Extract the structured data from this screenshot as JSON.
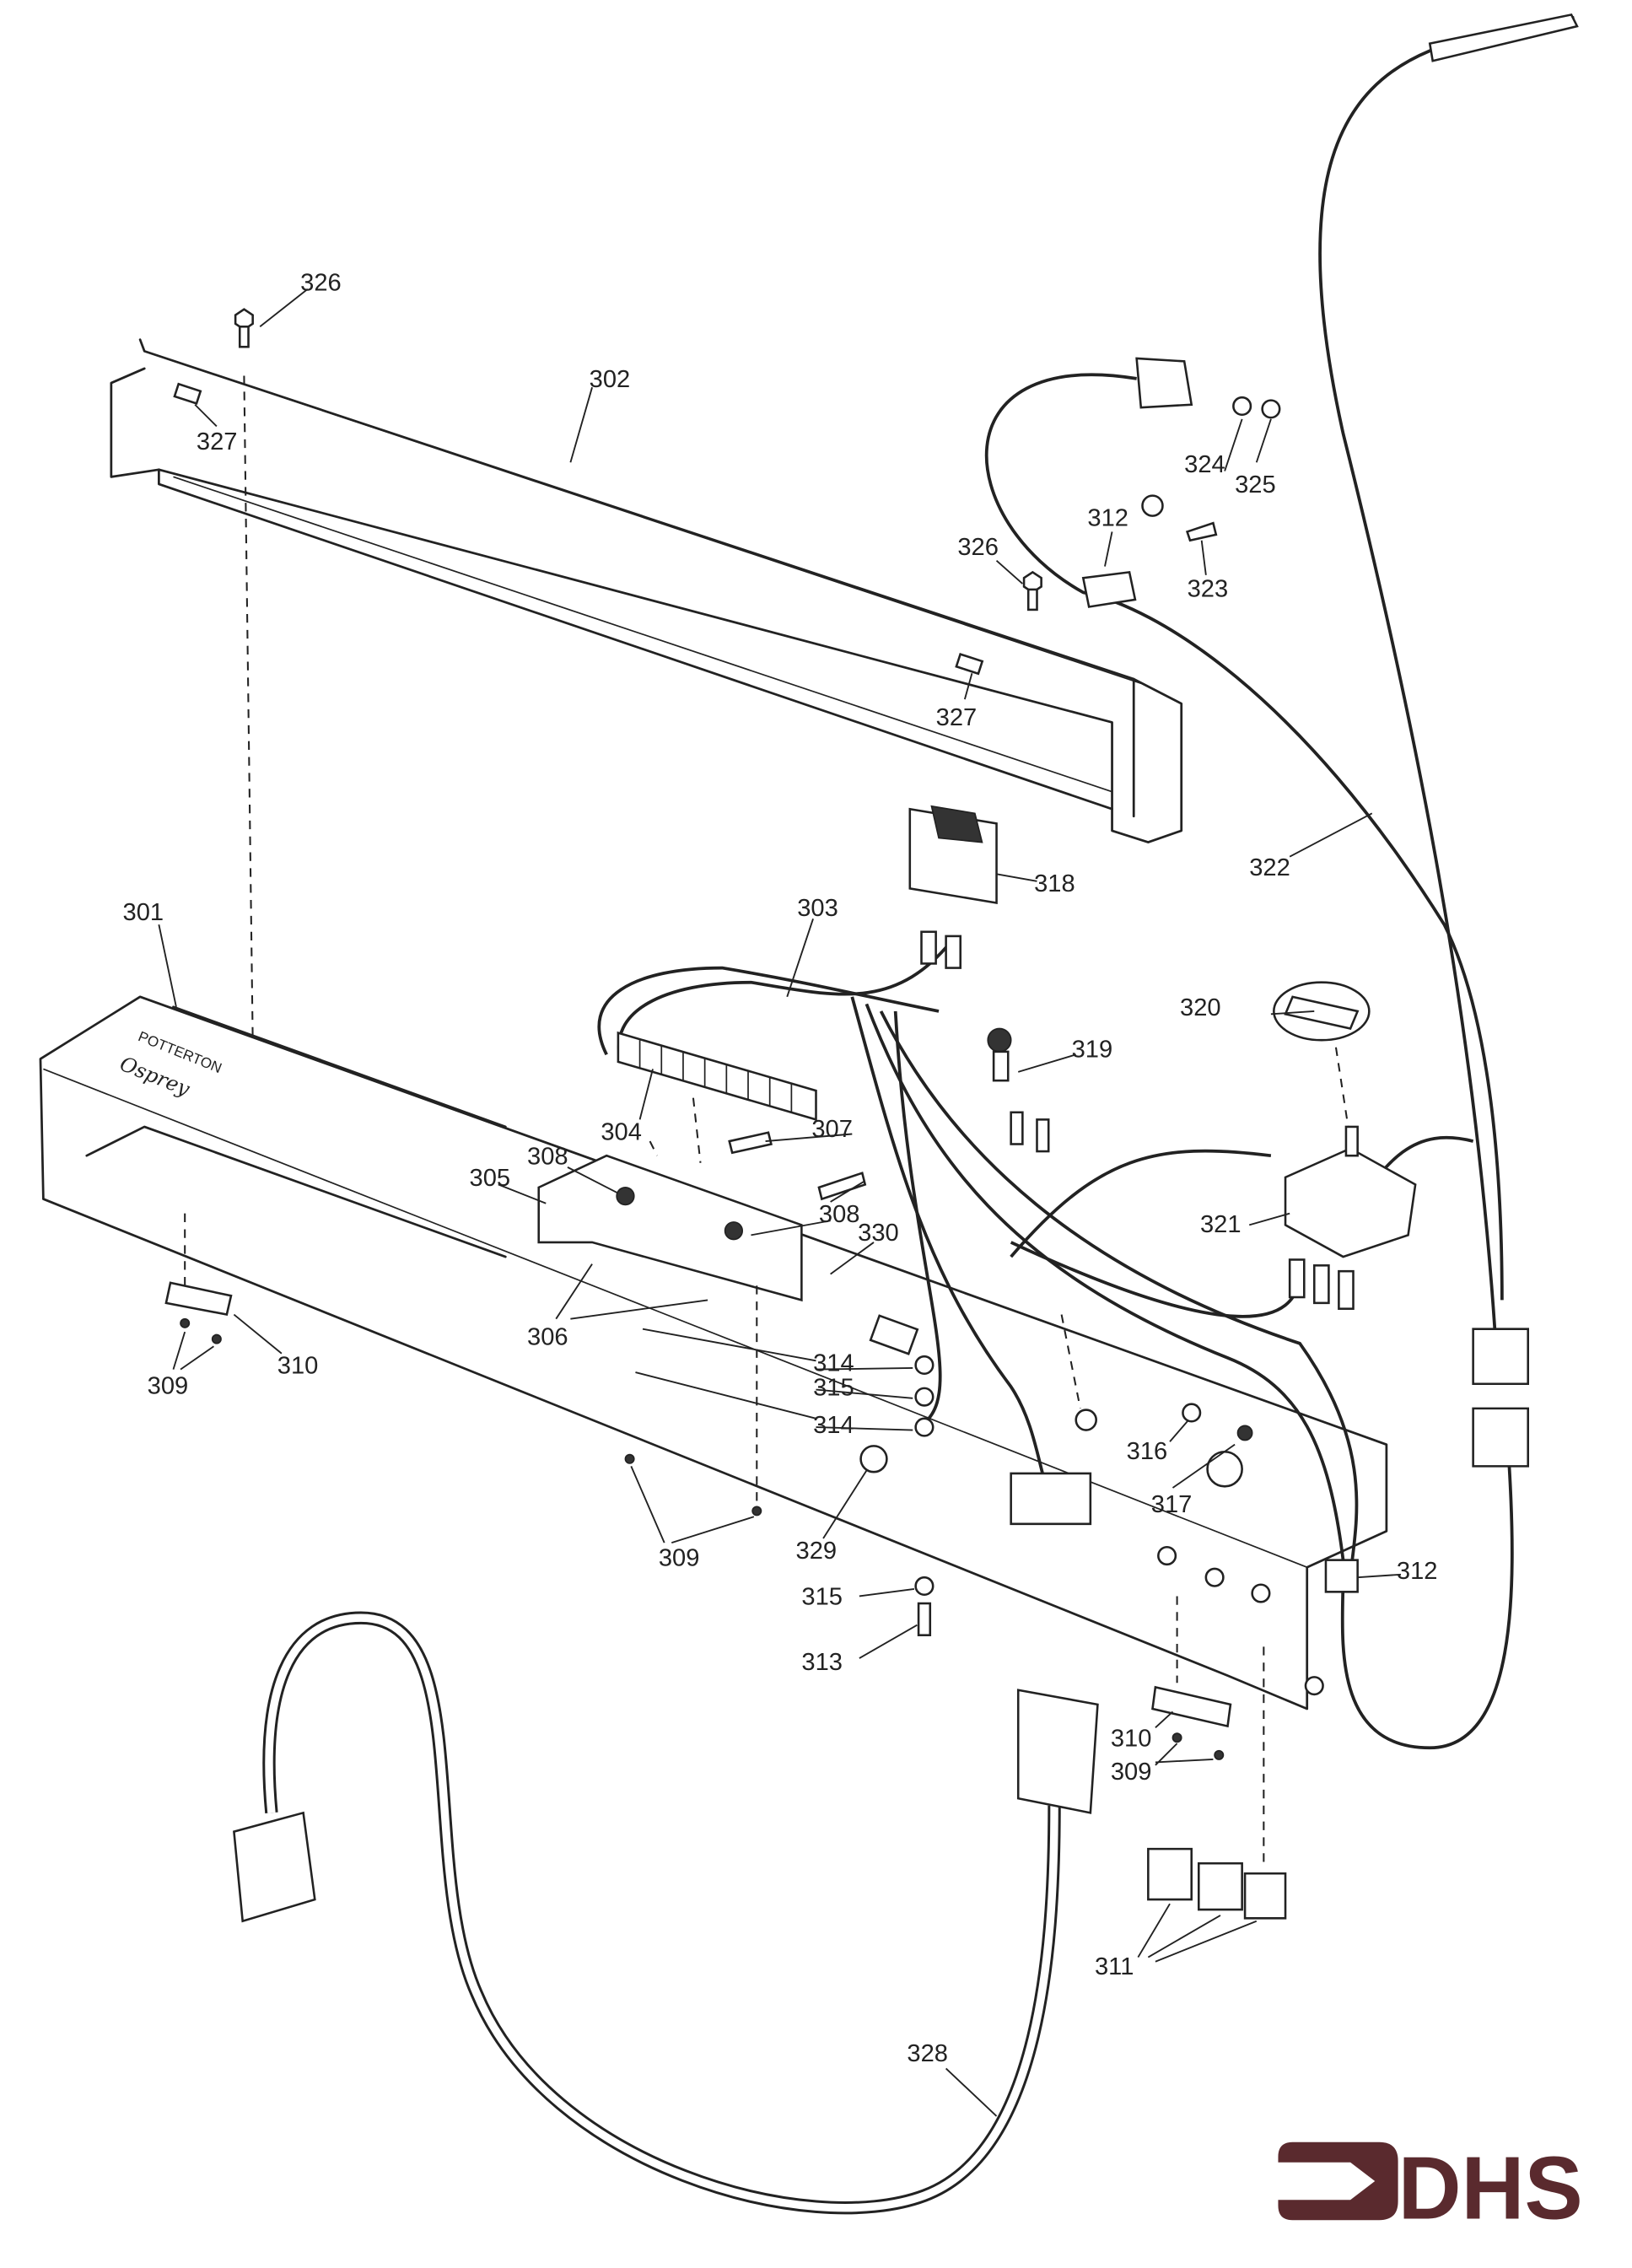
{
  "diagram": {
    "labels": [
      "326",
      "302",
      "327",
      "326",
      "312",
      "324",
      "325",
      "323",
      "327",
      "322",
      "318",
      "303",
      "301",
      "320",
      "319",
      "304",
      "307",
      "308",
      "305",
      "308",
      "330",
      "321",
      "306",
      "310",
      "309",
      "314",
      "315",
      "314",
      "316",
      "317",
      "312",
      "309",
      "329",
      "315",
      "313",
      "310",
      "309",
      "311",
      "328"
    ],
    "panel_brand": "POTTERTON",
    "panel_model": "Osprey",
    "logo_text": "DHS",
    "logo_color": "#5a2a2e"
  }
}
